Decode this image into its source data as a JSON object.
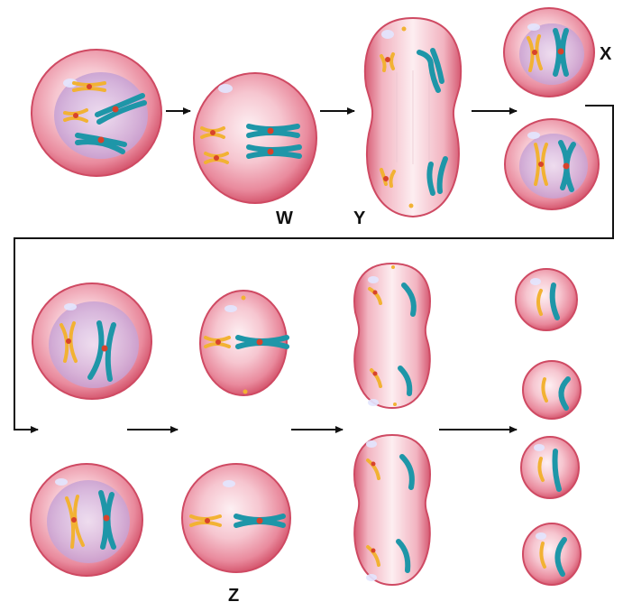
{
  "labels": {
    "w": "W",
    "x": "X",
    "y": "Y",
    "z": "Z"
  },
  "colors": {
    "cell_edge": "#d94f6a",
    "cell_mid": "#ec8fa0",
    "cell_light": "#fbe3e8",
    "nucleus": "#c9a3d6",
    "chromosome_long": "#1e96a8",
    "chromosome_short": "#f2b233",
    "centromere": "#d8432b",
    "arrow": "#111111"
  }
}
